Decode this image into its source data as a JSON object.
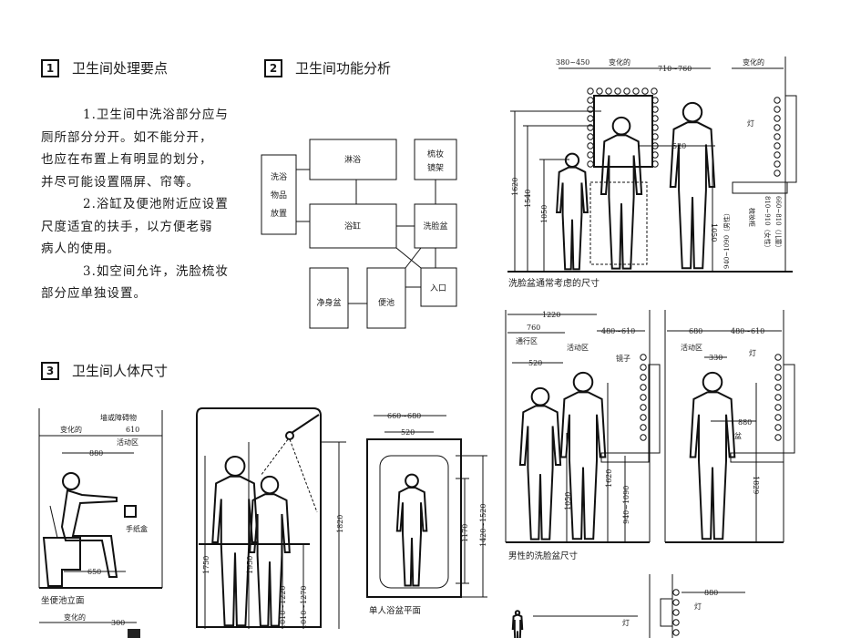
{
  "section1": {
    "number": "1",
    "title": "卫生间处理要点",
    "lines": [
      "1.卫生间中洗浴部分应与",
      "厕所部分分开。如不能分开，",
      "也应在布置上有明显的划分，",
      "并尽可能设置隔屏、帘等。",
      "2.浴缸及便池附近应设置",
      "尺度适宜的扶手，以方便老弱",
      "病人的使用。",
      "3.如空间允许，洗脸梳妆",
      "部分应单独设置。"
    ]
  },
  "section2": {
    "number": "2",
    "title": "卫生间功能分析",
    "boxes": {
      "shower": "淋浴",
      "mirror_rack": [
        "梳妆",
        "镜架"
      ],
      "toiletries": [
        "洗浴",
        "物品",
        "放置"
      ],
      "bathtub": "浴缸",
      "washbasin": "洗脸盆",
      "bidet": "净身盆",
      "toilet": "便池",
      "entrance": "入口"
    }
  },
  "section3": {
    "number": "3",
    "title": "卫生间人体尺寸"
  },
  "fig_washbasin_general": {
    "caption": "洗脸盆通常考虑的尺寸",
    "labels": [
      "380~450",
      "变化的",
      "710~760",
      "变化的",
      "520",
      "1620",
      "1540",
      "1050",
      "1050",
      "灯",
      "940~1090（男性）",
      "810~910（女性）",
      "660~810（儿童）",
      "梳妆柜"
    ]
  },
  "fig_toilet": {
    "caption": "坐便池立面",
    "labels": [
      "墙或障碍物",
      "变化的",
      "610",
      "活动区",
      "880",
      "手纸盒",
      "650"
    ],
    "below_labels": [
      "变化的",
      "300"
    ]
  },
  "fig_shower": {
    "labels": [
      "1750",
      "1950",
      "1010~1220",
      "1010~1270",
      "1820"
    ]
  },
  "fig_bathtub": {
    "caption": "单人浴盆平面",
    "labels": [
      "660~680",
      "520",
      "1170",
      "1420~1520"
    ]
  },
  "fig_male_basin": {
    "caption": "男性的洗脸盆尺寸",
    "labels": [
      "1220",
      "760",
      "通行区",
      "活动区",
      "520",
      "480~610",
      "镜子",
      "1050",
      "1620",
      "940~1090",
      "680",
      "480~610",
      "活动区",
      "330",
      "灯",
      "880",
      "盆",
      "1829"
    ]
  },
  "fig_bottom": {
    "labels": [
      "880",
      "灯",
      "灯"
    ]
  }
}
